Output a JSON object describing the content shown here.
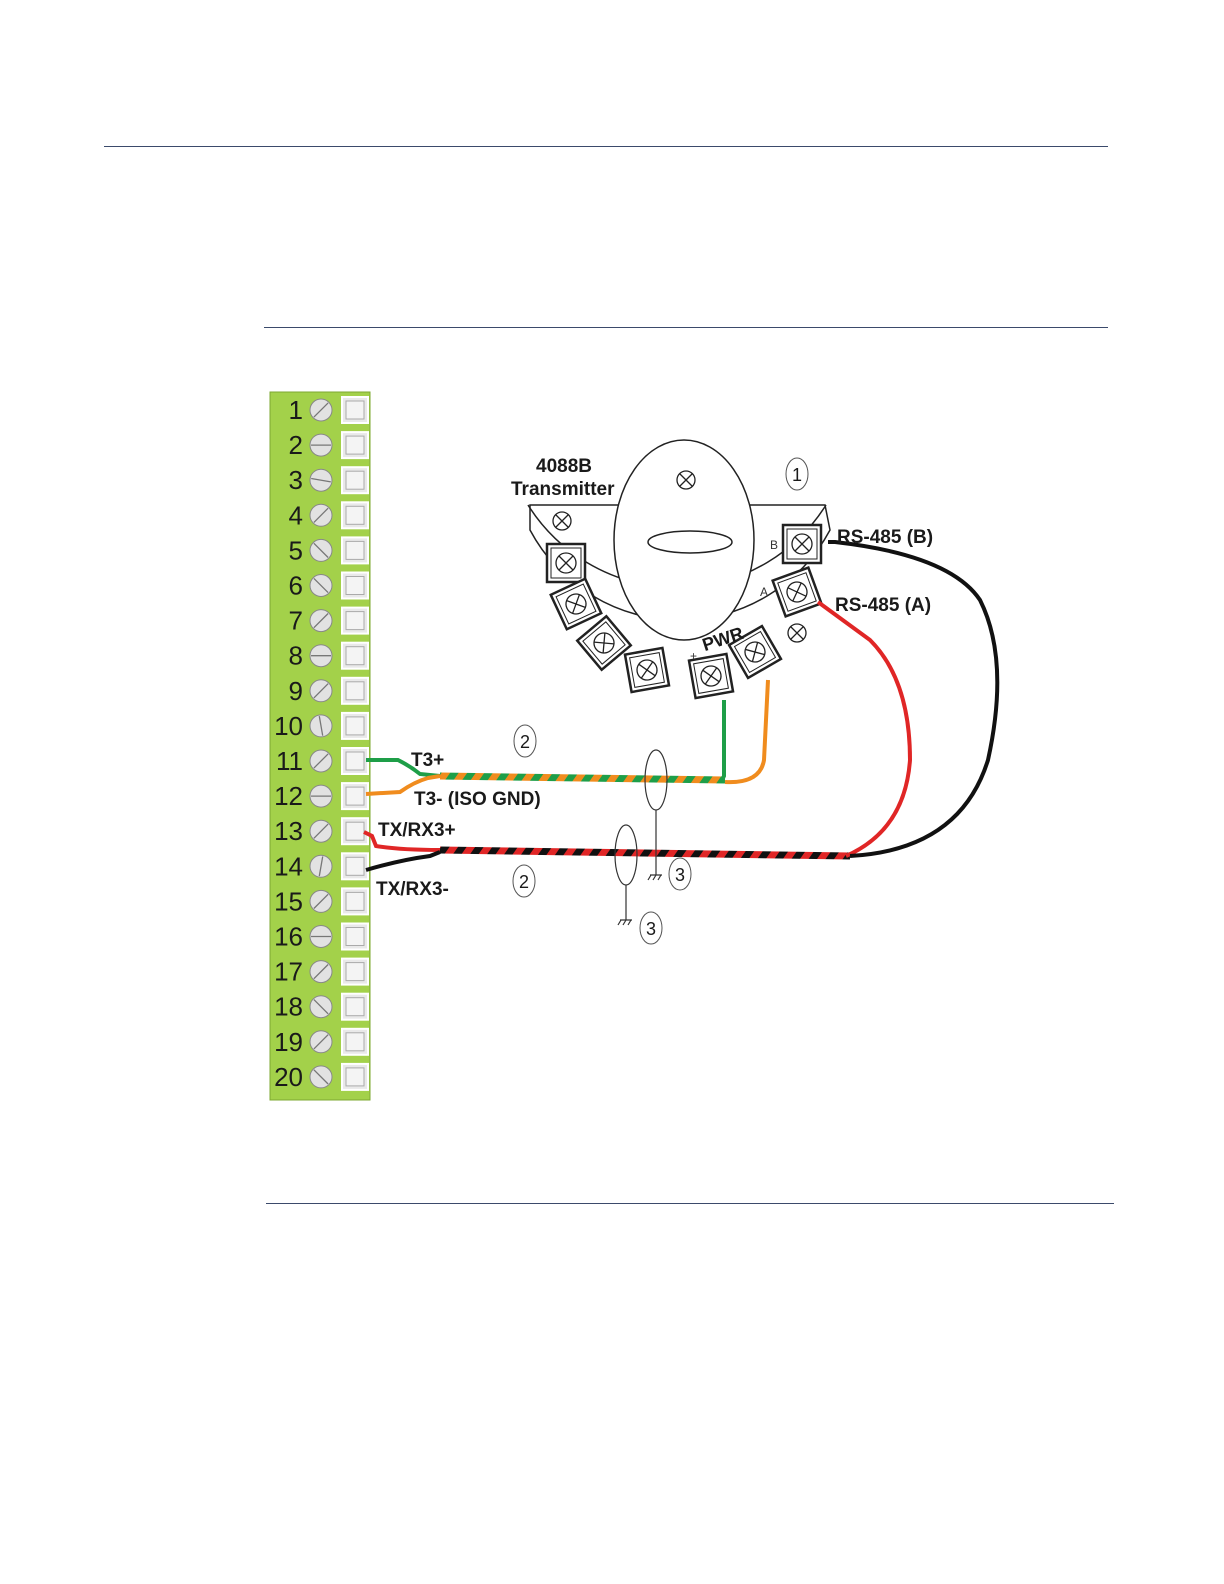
{
  "terminal_block": {
    "terminals": [
      "1",
      "2",
      "3",
      "4",
      "5",
      "6",
      "7",
      "8",
      "9",
      "10",
      "11",
      "12",
      "13",
      "14",
      "15",
      "16",
      "17",
      "18",
      "19",
      "20"
    ]
  },
  "transmitter": {
    "model": "4088B",
    "title": "Transmitter",
    "pwr_label": "PWR",
    "pwr_plus": "+",
    "pwr_minus": "-",
    "terminal_b": "B",
    "terminal_a": "A"
  },
  "wire_labels": {
    "t3_plus": "T3+",
    "t3_minus": "T3- (ISO GND)",
    "txrx_plus": "TX/RX3+",
    "txrx_minus": "TX/RX3-",
    "rs485_b": "RS-485 (B)",
    "rs485_a": "RS-485 (A)"
  },
  "callouts": {
    "c1": "1",
    "c2_top": "2",
    "c2_bottom": "2",
    "c3_right": "3",
    "c3_left": "3"
  },
  "colors": {
    "terminal_block": "#a3d14a",
    "wire_green": "#1e9e48",
    "wire_orange": "#f08c1e",
    "wire_red": "#e02626",
    "wire_black": "#111111"
  }
}
